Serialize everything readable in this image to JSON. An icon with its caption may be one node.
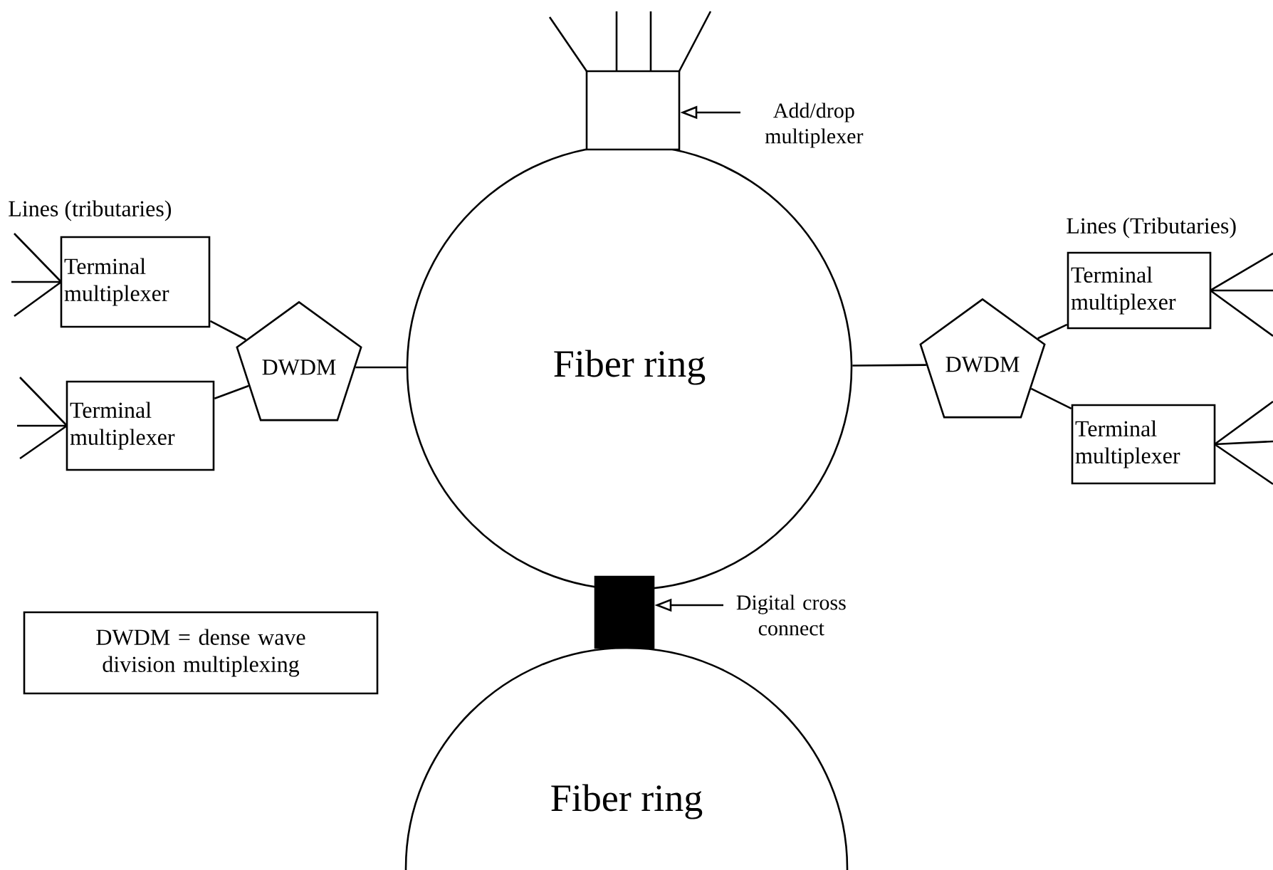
{
  "diagram": {
    "nodes": [
      {
        "text": [
          "Fiber ring"
        ]
      },
      {
        "text": [],
        "shape": "box"
      },
      {
        "text": [
          "Add/drop multiplexer"
        ]
      },
      {
        "text": [
          "Terminal multiplexer"
        ]
      },
      {
        "text": [
          "Terminal multiplexer"
        ]
      },
      {
        "text": [
          "DWDM"
        ]
      },
      {
        "text": [
          "DWDM"
        ]
      },
      {
        "text": [
          "Terminal multiplexer"
        ]
      },
      {
        "text": [
          "Terminal multiplexer"
        ]
      },
      {
        "text": [],
        "shape": "bar"
      },
      {
        "text": [
          "Digital cross connect"
        ]
      },
      {
        "text": [
          "DWDM = dense wave division multiplexing"
        ]
      },
      {
        "text": [
          "Fiber ring"
        ]
      }
    ],
    "edges": [
      {
        "from": 2,
        "to": 1,
        "arrow": "to"
      },
      {
        "from": 3,
        "to": 5,
        "arrow": "none"
      },
      {
        "from": 4,
        "to": 5,
        "arrow": "none"
      },
      {
        "from": 5,
        "to": 0,
        "arrow": "none"
      },
      {
        "from": 0,
        "to": 6,
        "arrow": "none"
      },
      {
        "from": 6,
        "to": 7,
        "arrow": "none"
      },
      {
        "from": 6,
        "to": 8,
        "arrow": "none"
      },
      {
        "from": 10,
        "to": 9,
        "arrow": "to"
      }
    ],
    "labels": [
      "Lines (tributaries)",
      "Lines (Tributaries)"
    ]
  }
}
